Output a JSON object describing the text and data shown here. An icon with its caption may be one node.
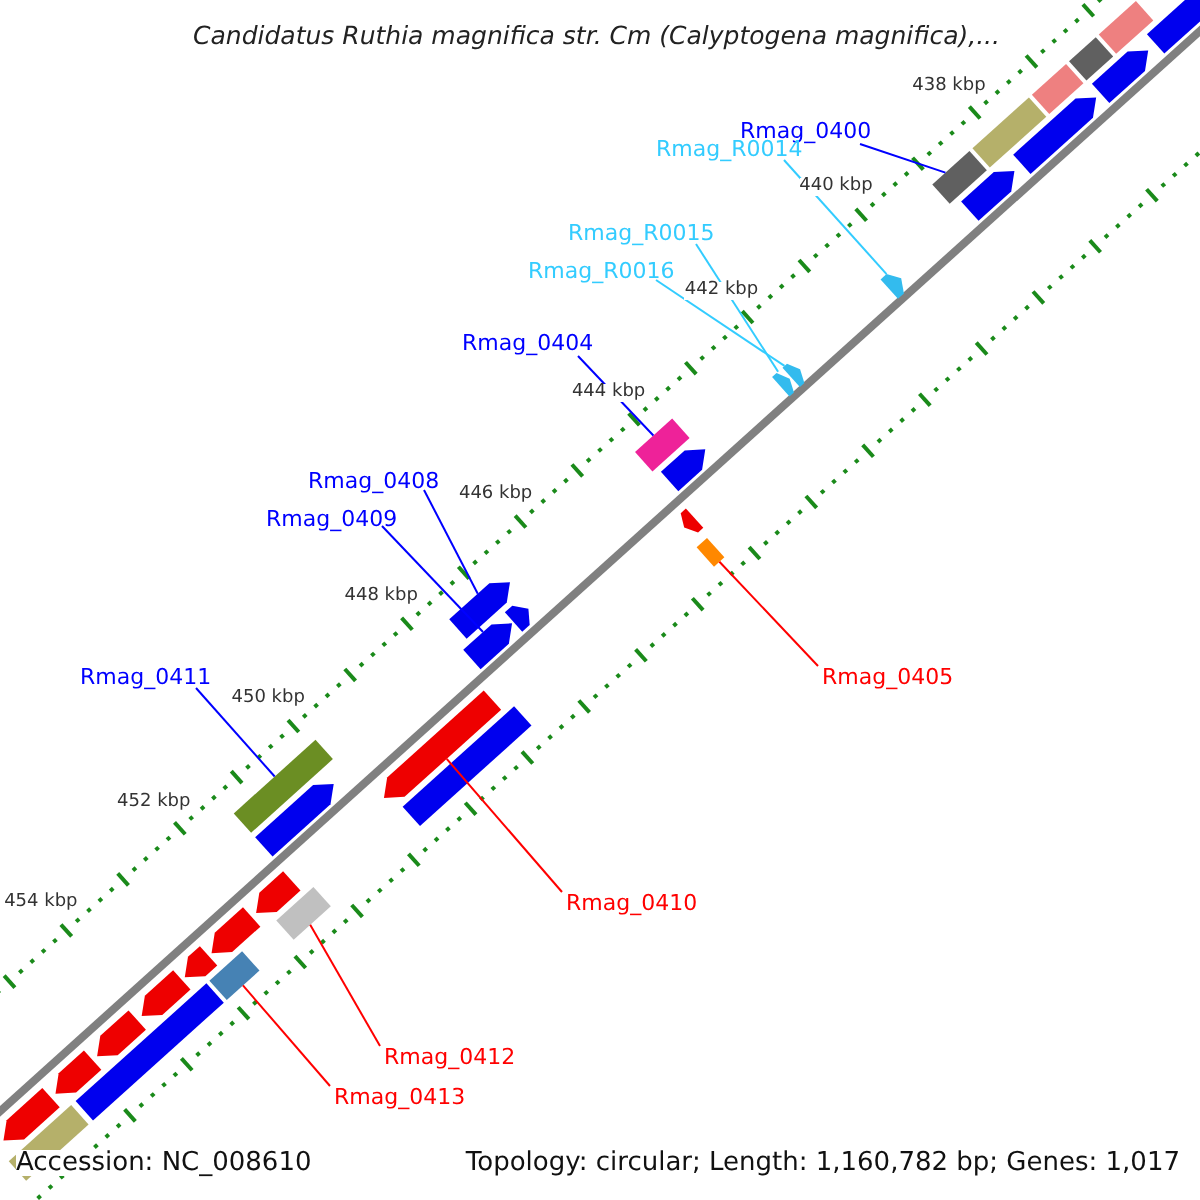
{
  "diagram": {
    "title": "Candidatus Ruthia magnifica str. Cm (Calyptogena magnifica),...",
    "nodes": [
      {
        "text": [
          "Rmag_0400"
        ]
      },
      {
        "text": [
          "Rmag_R0014"
        ]
      },
      {
        "text": [
          "Rmag_R0015"
        ]
      },
      {
        "text": [
          "Rmag_R0016"
        ]
      },
      {
        "text": [
          "Rmag_0404"
        ]
      },
      {
        "text": [
          "Rmag_0408"
        ]
      },
      {
        "text": [
          "Rmag_0409"
        ]
      },
      {
        "text": [
          "Rmag_0411"
        ]
      },
      {
        "text": [
          "Rmag_0405"
        ]
      },
      {
        "text": [
          "Rmag_0410"
        ]
      },
      {
        "text": [
          "Rmag_0412"
        ]
      },
      {
        "text": [
          "Rmag_0413"
        ]
      },
      {
        "text": [],
        "shape": "bar"
      },
      {
        "text": [],
        "shape": "bar"
      },
      {
        "text": [],
        "shape": "bar"
      },
      {
        "text": [],
        "shape": "bar"
      },
      {
        "text": [],
        "shape": "bar"
      },
      {
        "text": [],
        "shape": "bar"
      },
      {
        "text": [],
        "shape": "bar"
      },
      {
        "text": [],
        "shape": "bar"
      },
      {
        "text": [],
        "shape": "bar"
      },
      {
        "text": [],
        "shape": "bar"
      },
      {
        "text": [],
        "shape": "bar"
      },
      {
        "text": [],
        "shape": "bar"
      },
      {
        "text": [],
        "shape": "bar"
      },
      {
        "text": [],
        "shape": "bar"
      },
      {
        "text": [],
        "shape": "bar"
      },
      {
        "text": [],
        "shape": "bar"
      },
      {
        "text": [],
        "shape": "bar"
      },
      {
        "text": [],
        "shape": "bar"
      },
      {
        "text": [],
        "shape": "bar"
      },
      {
        "text": [],
        "shape": "bar"
      },
      {
        "text": [],
        "shape": "bar"
      },
      {
        "text": [],
        "shape": "bar"
      },
      {
        "text": [],
        "shape": "bar"
      },
      {
        "text": [],
        "shape": "bar"
      },
      {
        "text": [],
        "shape": "bar"
      },
      {
        "text": [],
        "shape": "bar"
      },
      {
        "text": [],
        "shape": "bar"
      },
      {
        "text": [],
        "shape": "bar"
      },
      {
        "text": [],
        "shape": "bar"
      },
      {
        "text": [],
        "shape": "bar"
      },
      {
        "text": [],
        "shape": "bar"
      },
      {
        "text": [],
        "shape": "bar"
      },
      {
        "text": [],
        "shape": "bar"
      },
      {
        "text": [],
        "shape": "bar"
      }
    ],
    "edges": [
      {
        "from": 0,
        "to": 12,
        "arrow": "none"
      },
      {
        "from": 1,
        "to": 13,
        "arrow": "none",
        "color": "#33ccff"
      },
      {
        "from": 2,
        "to": 14,
        "arrow": "none",
        "color": "#33ccff"
      },
      {
        "from": 3,
        "to": 15,
        "arrow": "none",
        "color": "#33ccff"
      },
      {
        "from": 4,
        "to": 16,
        "arrow": "none"
      },
      {
        "from": 5,
        "to": 17,
        "arrow": "none"
      },
      {
        "from": 6,
        "to": 18,
        "arrow": "none"
      },
      {
        "from": 7,
        "to": 19,
        "arrow": "none"
      },
      {
        "from": 8,
        "to": 20,
        "arrow": "none",
        "color": "#ff0000"
      },
      {
        "from": 9,
        "to": 21,
        "arrow": "none",
        "color": "#ff0000"
      },
      {
        "from": 10,
        "to": 22,
        "arrow": "none",
        "color": "#ff0000"
      },
      {
        "from": 11,
        "to": 23,
        "arrow": "none",
        "color": "#ff0000"
      }
    ],
    "labels": [
      "438 kbp",
      "440 kbp",
      "442 kbp",
      "444 kbp",
      "446 kbp",
      "448 kbp",
      "450 kbp",
      "452 kbp",
      "454 kbp",
      "Accession: NC_008610",
      "Topology: circular; Length: 1,160,782 bp; Genes: 1,017"
    ]
  }
}
